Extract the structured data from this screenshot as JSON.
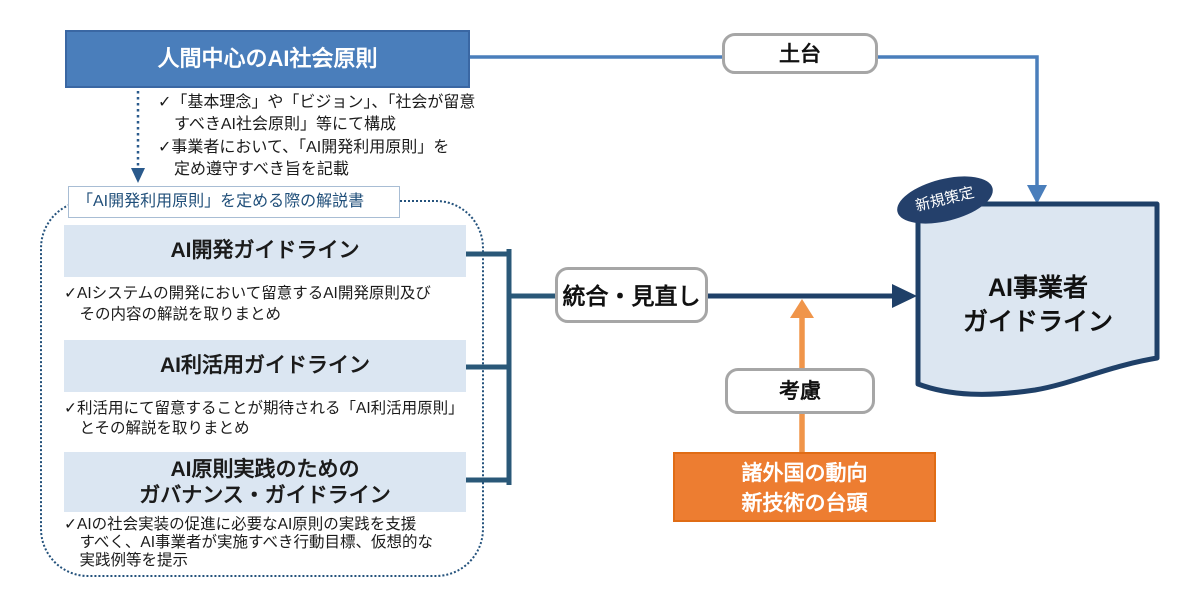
{
  "top_box": {
    "label": "人間中心のAI社会原則"
  },
  "top_notes": [
    "✓「基本理念」や「ビジョン」、「社会が留意\nすべきAI社会原則」等にて構成",
    "✓事業者において、「AI開発利用原則」を\n定め遵守すべき旨を記載"
  ],
  "commentary_label": "「AI開発利用原則」を定める際の解説書",
  "guidelines": [
    {
      "title": "AI開発ガイドライン",
      "note": "✓AIシステムの開発において留意するAI開発原則及び\nその内容の解説を取りまとめ"
    },
    {
      "title": "AI利活用ガイドライン",
      "note": "✓利活用にて留意することが期待される「AI利活用原則」\nとその解説を取りまとめ"
    },
    {
      "title": "AI原則実践のための\nガバナンス・ガイドライン",
      "note": "✓AIの社会実装の促進に必要なAI原則の実践を支援\nすべく、AI事業者が実施すべき行動目標、仮想的な\n実践例等を提示"
    }
  ],
  "connectors": {
    "foundation": "土台",
    "integration": "統合・見直し",
    "consideration": "考慮"
  },
  "document": {
    "badge": "新規策定",
    "title": "AI事業者\nガイドライン"
  },
  "orange_box": {
    "label": "諸外国の動向\n新技術の台頭"
  },
  "colors": {
    "primary_blue": "#4a7ebb",
    "light_blue_fill": "#dbe6f2",
    "navy": "#1f4068",
    "bracket_blue": "#2a5878",
    "dotted_border": "#24527c",
    "orange": "#ed7d31",
    "orange_arrow": "#f0954a",
    "pill_border": "#a6a6a6",
    "badge_navy": "#24406b"
  }
}
